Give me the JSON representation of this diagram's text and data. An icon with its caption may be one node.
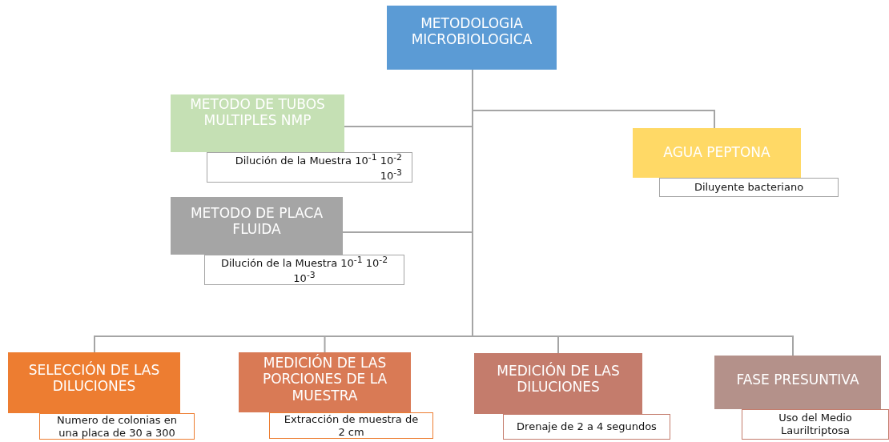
{
  "diagram": {
    "nodes": [
      {
        "text": [
          "METODOLOGIA MICROBIOLOGICA"
        ]
      },
      {
        "text": [
          "METODO DE TUBOS MULTIPLES NMP"
        ]
      },
      {
        "text": [
          "Dilución de la Muestra 10$^{-1}$ 10$^{-2}$ 10$^{-3}$"
        ]
      },
      {
        "text": [
          "AGUA PEPTONA"
        ]
      },
      {
        "text": [
          "Diluyente  bacteriano"
        ]
      },
      {
        "text": [
          "METODO DE PLACA FLUIDA"
        ]
      },
      {
        "text": [
          "Dilución de la Muestra 10$^{-1}$ 10$^{-2}$ 10$^{-3}$"
        ]
      },
      {
        "text": [
          "SELECCIÓN DE LAS DILUCIONES"
        ]
      },
      {
        "text": [
          "Numero de colonias en una placa de 30 a 300"
        ]
      },
      {
        "text": [
          "MEDICIÓN DE LAS PORCIONES DE LA MUESTRA"
        ]
      },
      {
        "text": [
          "Extracción de muestra de 2 cm"
        ]
      },
      {
        "text": [
          "MEDICIÓN DE LAS DILUCIONES"
        ]
      },
      {
        "text": [
          "Drenaje de 2 a 4 segundos"
        ]
      },
      {
        "text": [
          "FASE PRESUNTIVA"
        ]
      },
      {
        "text": [
          "Uso del Medio Lauriltriptosa"
        ]
      }
    ],
    "edges": [
      {
        "from": 0,
        "to": 1,
        "arrow": "none"
      },
      {
        "from": 0,
        "to": 3,
        "arrow": "none"
      },
      {
        "from": 0,
        "to": 5,
        "arrow": "none"
      },
      {
        "from": 0,
        "to": 7,
        "arrow": "none"
      },
      {
        "from": 0,
        "to": 9,
        "arrow": "none"
      },
      {
        "from": 0,
        "to": 11,
        "arrow": "none"
      },
      {
        "from": 0,
        "to": 13,
        "arrow": "none"
      }
    ]
  }
}
